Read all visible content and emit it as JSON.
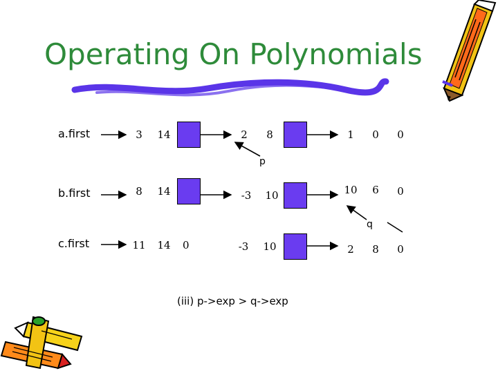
{
  "slide": {
    "title": "Operating On Polynomials",
    "caption": "(iii) p->exp > q->exp",
    "accent_color": "#2e8b3a",
    "link_cell_color": "#6a3cf0",
    "brush_color": "#5a35e8"
  },
  "lists": [
    {
      "label": "a.first",
      "nodes": [
        {
          "coef": "3",
          "exp": "14",
          "link": ""
        },
        {
          "coef": "2",
          "exp": "8",
          "link": ""
        },
        {
          "coef": "1",
          "exp": "0",
          "link": "0"
        }
      ]
    },
    {
      "label": "b.first",
      "nodes": [
        {
          "coef": "8",
          "exp": "14",
          "link": ""
        },
        {
          "coef": "-3",
          "exp": "10",
          "link": ""
        },
        {
          "coef": "10",
          "exp": "6",
          "link": "0"
        }
      ]
    },
    {
      "label": "c.first",
      "nodes": [
        {
          "coef": "11",
          "exp": "14",
          "link": "0"
        },
        {
          "coef": "-3",
          "exp": "10",
          "link": ""
        },
        {
          "coef": "2",
          "exp": "8",
          "link": "0"
        }
      ]
    }
  ],
  "pointers": {
    "p": "p",
    "q": "q"
  },
  "decorations": {
    "top_right": "pencil-icon",
    "bottom_left": "crayons-icon"
  }
}
